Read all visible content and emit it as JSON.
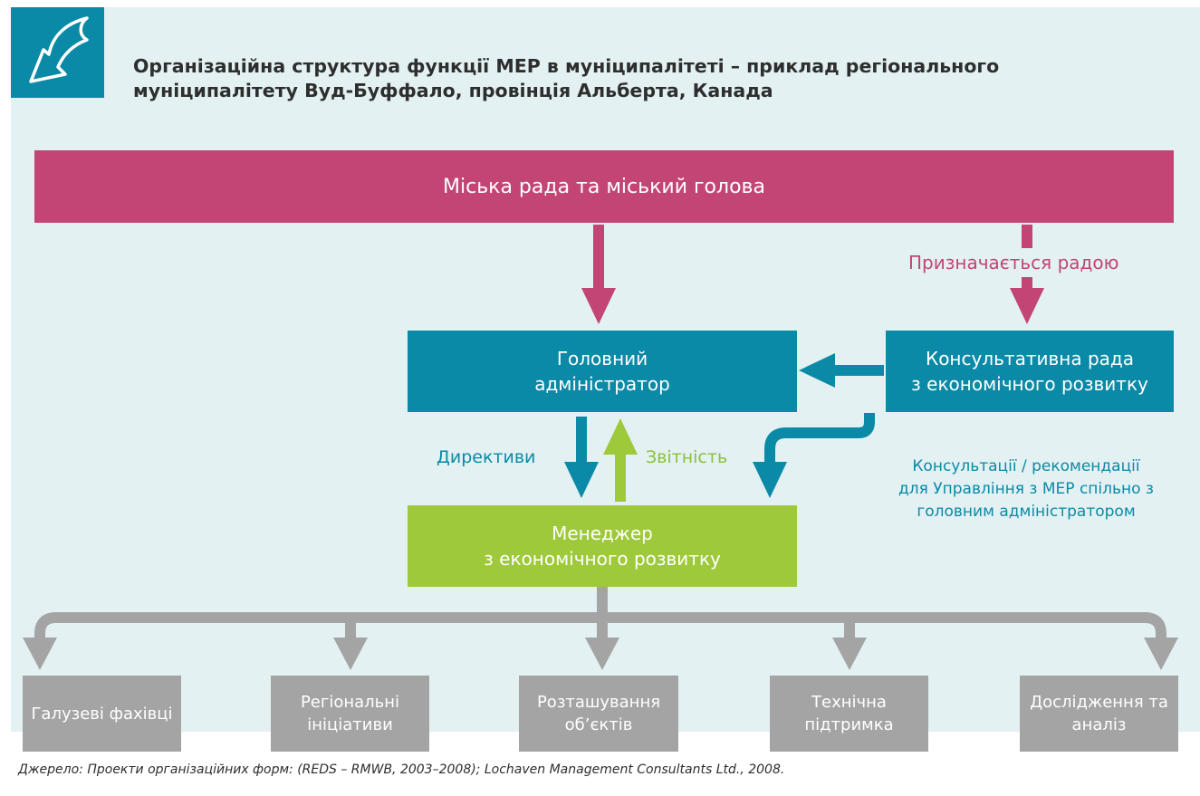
{
  "header": {
    "title_line1": "Організаційна структура функції МЕР в муніципалітеті – приклад регіонального",
    "title_line2": "муніципалітету Вуд-Буффало, провінція Альберта, Канада",
    "badge_icon": "curved-arrow-down-left-icon"
  },
  "nodes": {
    "council": "Міська рада та міський голова",
    "chief_line1": "Головний",
    "chief_line2": "адміністратор",
    "advisory_line1": "Консультативна рада",
    "advisory_line2": "з економічного розвитку",
    "manager_line1": "Менеджер",
    "manager_line2": "з економічного розвитку"
  },
  "labels": {
    "appointed": "Призначається радою",
    "directives": "Директиви",
    "reporting": "Звітність",
    "consult_line1": "Консультації / рекомендації",
    "consult_line2": "для Управління з МЕР спільно з",
    "consult_line3": "головним адміністратором"
  },
  "units": [
    {
      "line1": "Галузеві фахівці",
      "line2": ""
    },
    {
      "line1": "Регіональні",
      "line2": "ініціативи"
    },
    {
      "line1": "Розташування",
      "line2": "об’єктів"
    },
    {
      "line1": "Технічна",
      "line2": "підтримка"
    },
    {
      "line1": "Дослідження та",
      "line2": "аналіз"
    }
  ],
  "source": "Джерело: Проекти організаційних форм: (REDS – RMWB, 2003–2008); Lochaven Management Consultants Ltd., 2008.",
  "colors": {
    "magenta": "#c24575",
    "teal": "#0a8aa6",
    "green": "#9ec93a",
    "grey": "#a4a4a4",
    "panel": "#e3f1f3"
  }
}
